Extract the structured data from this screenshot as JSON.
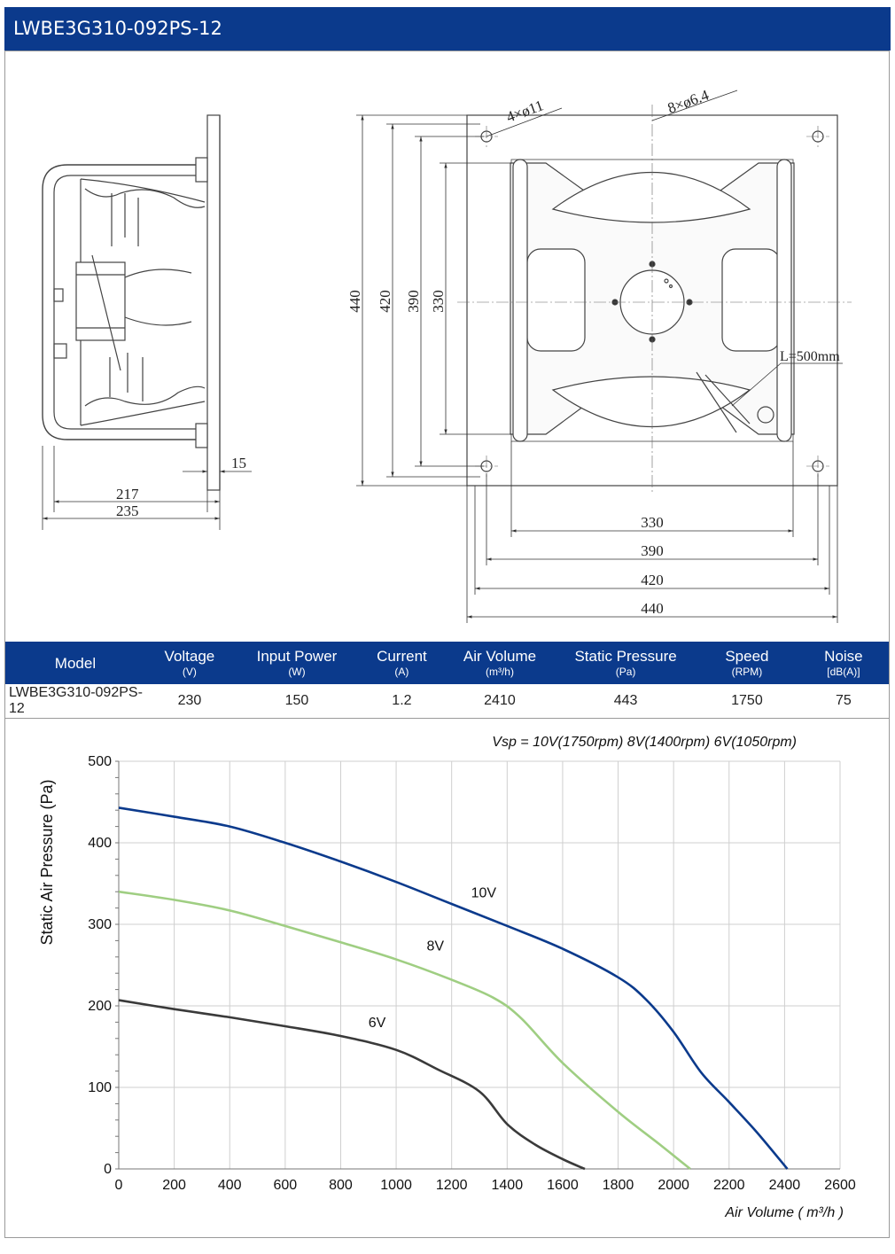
{
  "title": "LWBE3G310-092PS-12",
  "drawing": {
    "side": {
      "dim_15": "15",
      "dim_217": "217",
      "dim_235": "235"
    },
    "front": {
      "holes_4": "4×ø11",
      "holes_8": "8×ø6.4",
      "cable": "L=500mm",
      "v440": "440",
      "v420": "420",
      "v390": "390",
      "v330": "330",
      "h330": "330",
      "h390": "390",
      "h420": "420",
      "h440": "440"
    }
  },
  "specs": {
    "headers": [
      {
        "name": "Model",
        "unit": ""
      },
      {
        "name": "Voltage",
        "unit": "(V)"
      },
      {
        "name": "Input Power",
        "unit": "(W)"
      },
      {
        "name": "Current",
        "unit": "(A)"
      },
      {
        "name": "Air Volume",
        "unit": "(m³/h)"
      },
      {
        "name": "Static Pressure",
        "unit": "(Pa)"
      },
      {
        "name": "Speed",
        "unit": "(RPM)"
      },
      {
        "name": "Noise",
        "unit": "[dB(A)]"
      }
    ],
    "row": [
      "LWBE3G310-092PS-12",
      "230",
      "150",
      "1.2",
      "2410",
      "443",
      "1750",
      "75"
    ]
  },
  "chart_data": {
    "type": "line",
    "title": "",
    "subtitle": "Vsp = 10V(1750rpm)  8V(1400rpm)   6V(1050rpm)",
    "xlabel": "Air Volume ( m³/h )",
    "ylabel": "Static Air Pressure  (Pa)",
    "xlim": [
      0,
      2600
    ],
    "ylim": [
      0,
      500
    ],
    "xticks": [
      0,
      200,
      400,
      600,
      800,
      1000,
      1200,
      1400,
      1600,
      1800,
      2000,
      2200,
      2400,
      2600
    ],
    "yticks": [
      0,
      100,
      200,
      300,
      400,
      500
    ],
    "grid": true,
    "series": [
      {
        "name": "10V",
        "color": "#0b3a8c",
        "x": [
          0,
          200,
          400,
          600,
          800,
          1000,
          1200,
          1400,
          1600,
          1800,
          1900,
          2000,
          2100,
          2200,
          2300,
          2410
        ],
        "y": [
          443,
          432,
          420,
          400,
          377,
          352,
          325,
          298,
          270,
          235,
          208,
          168,
          118,
          82,
          45,
          0
        ]
      },
      {
        "name": "8V",
        "color": "#9fce82",
        "x": [
          0,
          200,
          400,
          600,
          800,
          1000,
          1200,
          1350,
          1450,
          1600,
          1800,
          1950,
          2060
        ],
        "y": [
          340,
          330,
          317,
          298,
          278,
          257,
          232,
          210,
          185,
          130,
          70,
          30,
          0
        ]
      },
      {
        "name": "6V",
        "color": "#3a3a3a",
        "x": [
          0,
          200,
          400,
          600,
          800,
          1000,
          1150,
          1300,
          1400,
          1500,
          1600,
          1680
        ],
        "y": [
          207,
          196,
          186,
          175,
          163,
          146,
          122,
          95,
          55,
          30,
          12,
          0
        ]
      }
    ],
    "annotations": [
      {
        "text": "10V",
        "x": 1270,
        "y": 333
      },
      {
        "text": "8V",
        "x": 1110,
        "y": 268
      },
      {
        "text": "6V",
        "x": 900,
        "y": 174
      }
    ]
  }
}
